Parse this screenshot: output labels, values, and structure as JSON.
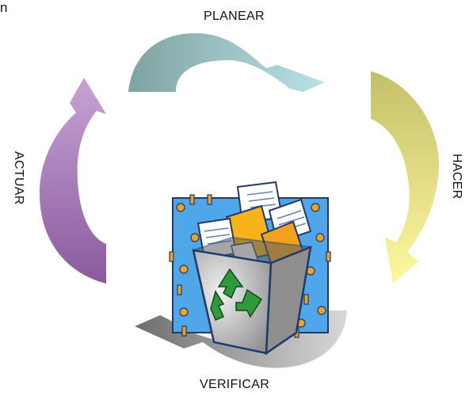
{
  "corner_text": "n",
  "cycle": {
    "stages": [
      "PLANEAR",
      "HACER",
      "VERIFICAR",
      "ACTUAR"
    ]
  },
  "colors": {
    "planear_start": "#7fa3a2",
    "planear_end": "#b9e1e5",
    "hacer_start": "#c4c06a",
    "hacer_end": "#fdf8a0",
    "verificar_start": "#dcdcdc",
    "verificar_end": "#6e6e6e",
    "actuar_start": "#8a5a9e",
    "actuar_end": "#c6a3d4"
  },
  "icons": {
    "center": "recycle-bin-icon"
  }
}
